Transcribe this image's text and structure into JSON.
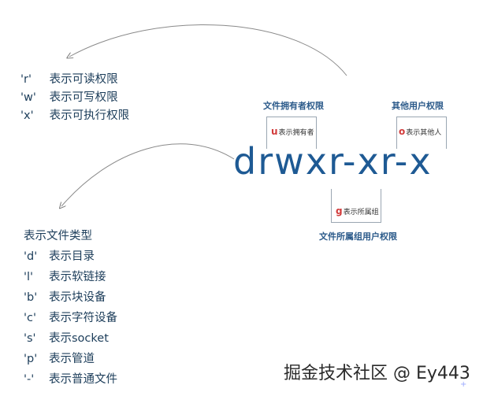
{
  "perm_chars": [
    {
      "code": "'r'",
      "desc": "表示可读权限"
    },
    {
      "code": "'w'",
      "desc": "表示可写权限"
    },
    {
      "code": "'x'",
      "desc": "表示可执行权限"
    }
  ],
  "file_type": {
    "heading": "表示文件类型",
    "items": [
      {
        "code": "'d'",
        "desc": "表示目录"
      },
      {
        "code": "'l'",
        "desc": "表示软链接"
      },
      {
        "code": "'b'",
        "desc": "表示块设备"
      },
      {
        "code": "'c'",
        "desc": "表示字符设备"
      },
      {
        "code": "'s'",
        "desc": "表示socket"
      },
      {
        "code": "'p'",
        "desc": "表示管道"
      },
      {
        "code": "'-'",
        "desc": "表示普通文件"
      }
    ]
  },
  "permission_string": "drwxr-xr-x",
  "owner": {
    "label": "文件拥有者权限",
    "letter": "u",
    "tag": "表示拥有者"
  },
  "other": {
    "label": "其他用户权限",
    "letter": "o",
    "tag": "表示其他人"
  },
  "group": {
    "label": "文件所属组用户权限",
    "letter": "g",
    "tag": "表示所属组"
  },
  "watermark": "掘金技术社区 @ Ey443",
  "colors": {
    "accent": "#1e5a94",
    "letter": "#d23b3b",
    "text": "#1c3d5a"
  }
}
